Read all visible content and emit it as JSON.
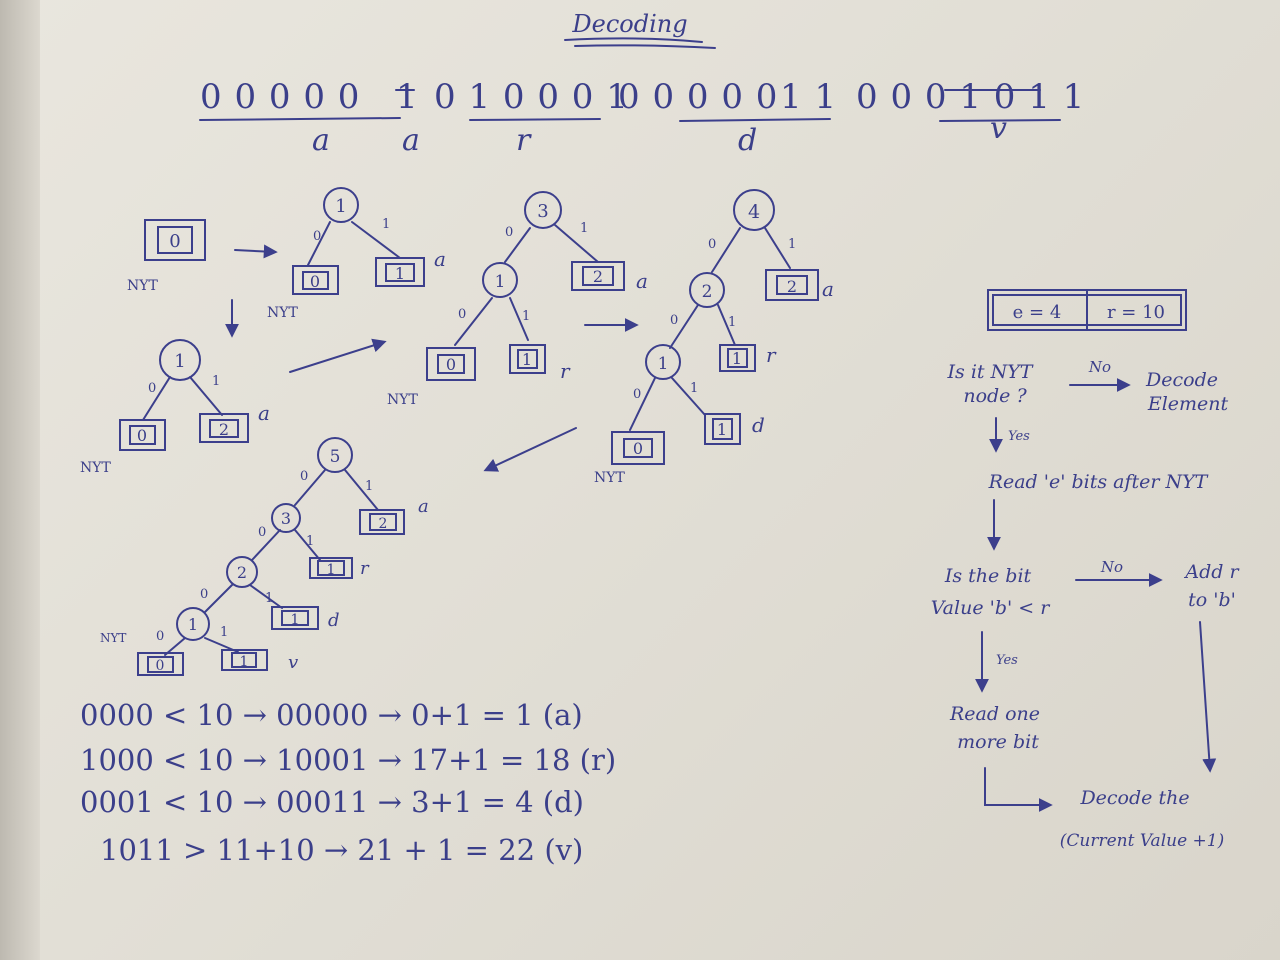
{
  "title": "Decoding",
  "bitstream": {
    "groups": [
      "0 0 0 0 0",
      "1",
      "0 1 0 0 0 1",
      "0 0 0 0 0",
      "1 1",
      "0 0 0 1 0 1 1"
    ],
    "symbols": [
      "a",
      "a",
      "r",
      "d",
      "v"
    ]
  },
  "trees": {
    "t0": {
      "nyt": "0",
      "caption": "NYT"
    },
    "t1": {
      "root": "1",
      "left": "0",
      "right": "1",
      "right_sym": "a",
      "nyt": "NYT",
      "edge0": "0",
      "edge1": "1"
    },
    "t2": {
      "root": "1",
      "left": "0",
      "right": "2",
      "right_sym": "a",
      "nyt": "NYT",
      "edge0": "0",
      "edge1": "1"
    },
    "t3": {
      "root": "3",
      "mid": "1",
      "nyt_leaf": "0",
      "r_leaf": "1",
      "r_sym": "r",
      "a_leaf": "2",
      "a_sym": "a",
      "nyt": "NYT",
      "edge0": "0",
      "edge1": "1"
    },
    "t4": {
      "root": "4",
      "n2": "2",
      "n1": "1",
      "nyt_leaf": "0",
      "d_leaf": "1",
      "d_sym": "d",
      "r_leaf": "1",
      "r_sym": "r",
      "a_leaf": "2",
      "a_sym": "a",
      "nyt": "NYT",
      "edge0": "0",
      "edge1": "1"
    },
    "t5": {
      "root": "5",
      "n3": "3",
      "n2": "2",
      "n1": "1",
      "nyt_leaf": "0",
      "v_leaf": "1",
      "v_sym": "v",
      "d_leaf": "1",
      "d_sym": "d",
      "r_leaf": "1",
      "r_sym": "r",
      "a_leaf": "2",
      "a_sym": "a",
      "nyt": "NYT",
      "edge0": "0",
      "edge1": "1"
    }
  },
  "params": {
    "e": "e = 4",
    "r": "r = 10"
  },
  "flowchart": {
    "q1": [
      "Is it NYT",
      "node ?"
    ],
    "no1": "No",
    "decode_element": [
      "Decode",
      "Element"
    ],
    "yes1": "Yes",
    "read_e": "Read 'e' bits after NYT",
    "q2": [
      "Is the bit",
      "Value 'b' < r"
    ],
    "no2": "No",
    "add_r": [
      "Add r",
      "to 'b'"
    ],
    "yes2": "Yes",
    "read_one": [
      "Read one",
      "more bit"
    ],
    "decode_the": [
      "Decode the",
      "(Current Value +1)"
    ]
  },
  "calculations": [
    "0000 < 10 → 00000 → 0+1 = 1 (a)",
    "1000 < 10 → 10001 → 17+1 = 18 (r)",
    "0001 < 10 → 00011 → 3+1 = 4 (d)",
    "1011 > 11+10 → 21 + 1 = 22 (v)"
  ]
}
